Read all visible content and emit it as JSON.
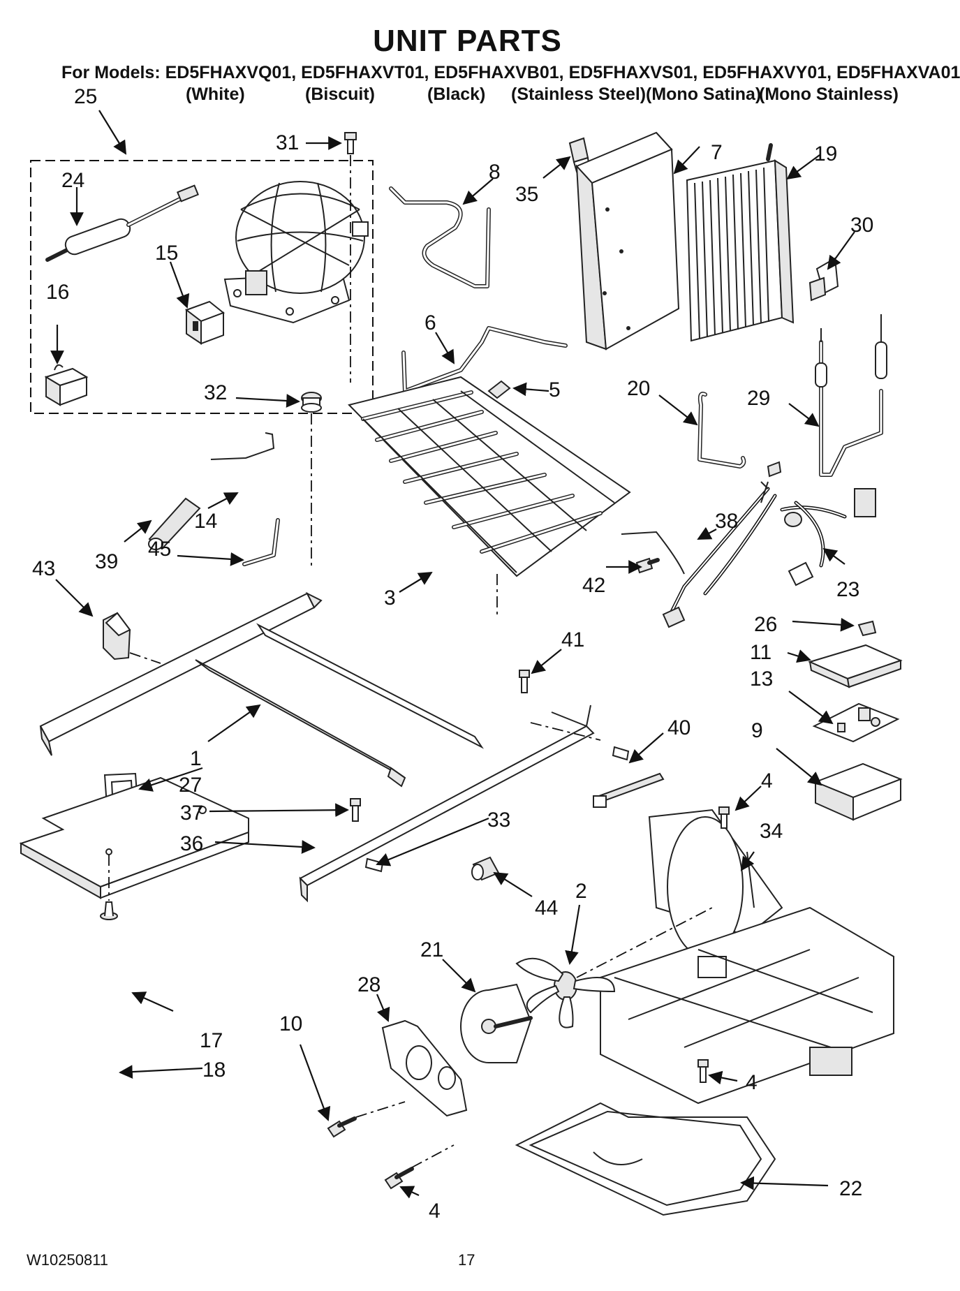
{
  "header": {
    "title": "UNIT PARTS",
    "models": "For Models: ED5FHAXVQ01, ED5FHAXVT01, ED5FHAXVB01, ED5FHAXVS01, ED5FHAXVY01, ED5FHAXVA01",
    "variants": [
      "(White)",
      "(Biscuit)",
      "(Black)",
      "(Stainless Steel)",
      "(Mono Satina)",
      "(Mono Stainless)"
    ]
  },
  "callouts": {
    "c1": "1",
    "c2": "2",
    "c3": "3",
    "c4a": "4",
    "c4b": "4",
    "c4c": "4",
    "c5": "5",
    "c6": "6",
    "c7": "7",
    "c8": "8",
    "c9": "9",
    "c10": "10",
    "c11": "11",
    "c13": "13",
    "c14": "14",
    "c15": "15",
    "c16": "16",
    "c17": "17",
    "c18": "18",
    "c19": "19",
    "c20": "20",
    "c21": "21",
    "c22": "22",
    "c23": "23",
    "c24": "24",
    "c25": "25",
    "c26": "26",
    "c27": "27",
    "c28": "28",
    "c29": "29",
    "c30": "30",
    "c31": "31",
    "c32": "32",
    "c33": "33",
    "c34": "34",
    "c35": "35",
    "c36": "36",
    "c37": "37",
    "c38": "38",
    "c39": "39",
    "c40": "40",
    "c41": "41",
    "c42": "42",
    "c43": "43",
    "c44": "44",
    "c45": "45"
  },
  "footer": {
    "doc_number": "W10250811",
    "page_number": "17"
  }
}
